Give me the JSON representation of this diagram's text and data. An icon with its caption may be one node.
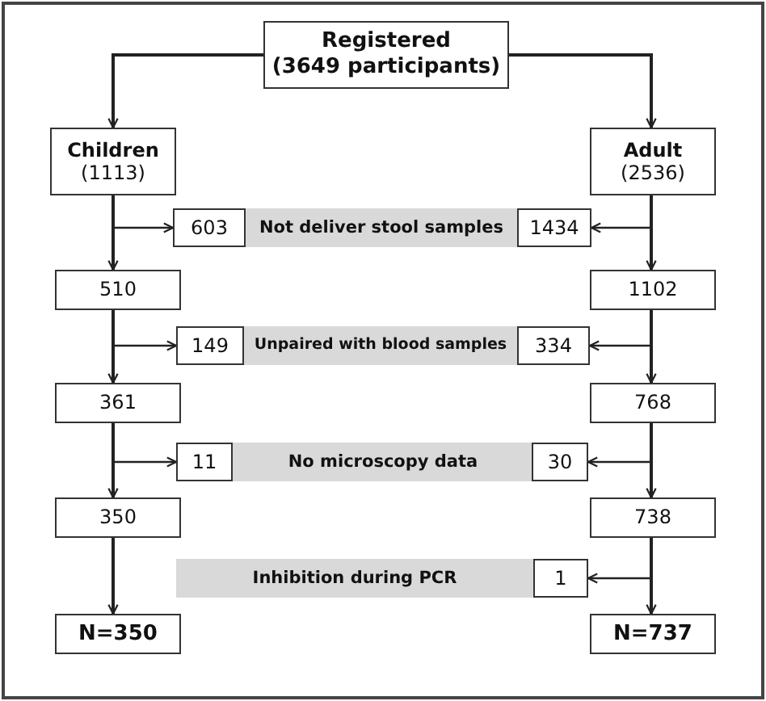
{
  "diagram": {
    "nodes": [
      {
        "text": [
          "Registered",
          "(3649 participants)"
        ]
      },
      {
        "text": [
          "Children",
          "(1113)"
        ]
      },
      {
        "text": [
          "Adult",
          "(2536)"
        ]
      },
      {
        "text": [
          "603"
        ]
      },
      {
        "text": [
          "Not deliver stool samples"
        ]
      },
      {
        "text": [
          "1434"
        ]
      },
      {
        "text": [
          "510"
        ]
      },
      {
        "text": [
          "1102"
        ]
      },
      {
        "text": [
          "149"
        ]
      },
      {
        "text": [
          "Unpaired with blood samples"
        ]
      },
      {
        "text": [
          "334"
        ]
      },
      {
        "text": [
          "361"
        ]
      },
      {
        "text": [
          "768"
        ]
      },
      {
        "text": [
          "11"
        ]
      },
      {
        "text": [
          "No microscopy data"
        ]
      },
      {
        "text": [
          "30"
        ]
      },
      {
        "text": [
          "350"
        ]
      },
      {
        "text": [
          "738"
        ]
      },
      {
        "text": [
          "Inhibition during PCR"
        ]
      },
      {
        "text": [
          "1"
        ]
      },
      {
        "text": [
          "N=350"
        ]
      },
      {
        "text": [
          "N=737"
        ]
      }
    ],
    "edges": [
      {
        "from": 0,
        "to": 1,
        "arrow": "to"
      },
      {
        "from": 0,
        "to": 2,
        "arrow": "to"
      },
      {
        "from": 1,
        "to": 3,
        "arrow": "to"
      },
      {
        "from": 1,
        "to": 6,
        "arrow": "to"
      },
      {
        "from": 2,
        "to": 5,
        "arrow": "to"
      },
      {
        "from": 2,
        "to": 7,
        "arrow": "to"
      },
      {
        "from": 6,
        "to": 8,
        "arrow": "to"
      },
      {
        "from": 6,
        "to": 11,
        "arrow": "to"
      },
      {
        "from": 7,
        "to": 10,
        "arrow": "to"
      },
      {
        "from": 7,
        "to": 12,
        "arrow": "to"
      },
      {
        "from": 11,
        "to": 13,
        "arrow": "to"
      },
      {
        "from": 11,
        "to": 16,
        "arrow": "to"
      },
      {
        "from": 12,
        "to": 15,
        "arrow": "to"
      },
      {
        "from": 12,
        "to": 17,
        "arrow": "to"
      },
      {
        "from": 16,
        "to": 20,
        "arrow": "to"
      },
      {
        "from": 17,
        "to": 19,
        "arrow": "to"
      },
      {
        "from": 17,
        "to": 21,
        "arrow": "to"
      }
    ]
  }
}
